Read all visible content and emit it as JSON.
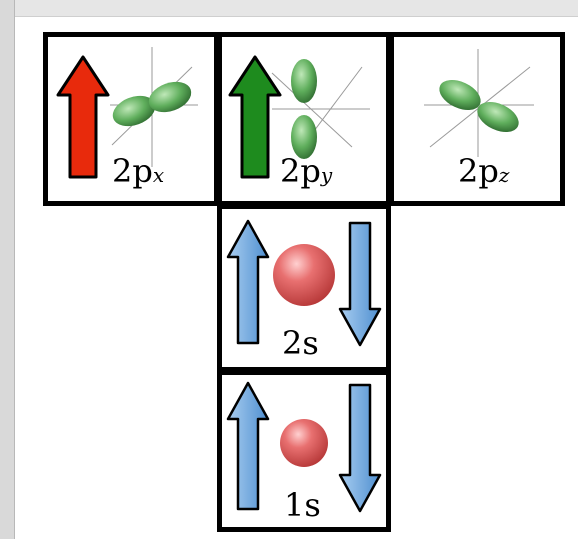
{
  "orbitals": {
    "p2x": {
      "main": "2p",
      "sub": "x",
      "electrons": [
        "up"
      ],
      "arrow_color": "#e82a0c"
    },
    "p2y": {
      "main": "2p",
      "sub": "y",
      "electrons": [
        "up"
      ],
      "arrow_color": "#1e8b1e"
    },
    "p2z": {
      "main": "2p",
      "sub": "z",
      "electrons": []
    },
    "s2": {
      "label": "2s",
      "electrons": [
        "up",
        "down"
      ],
      "arrow_color": "#6ea6dc"
    },
    "s1": {
      "label": "1s",
      "electrons": [
        "up",
        "down"
      ],
      "arrow_color": "#6ea6dc"
    }
  },
  "colors": {
    "lobe_green": "#5fae5c",
    "sphere_red": "#e05555",
    "box_border": "#000000"
  }
}
